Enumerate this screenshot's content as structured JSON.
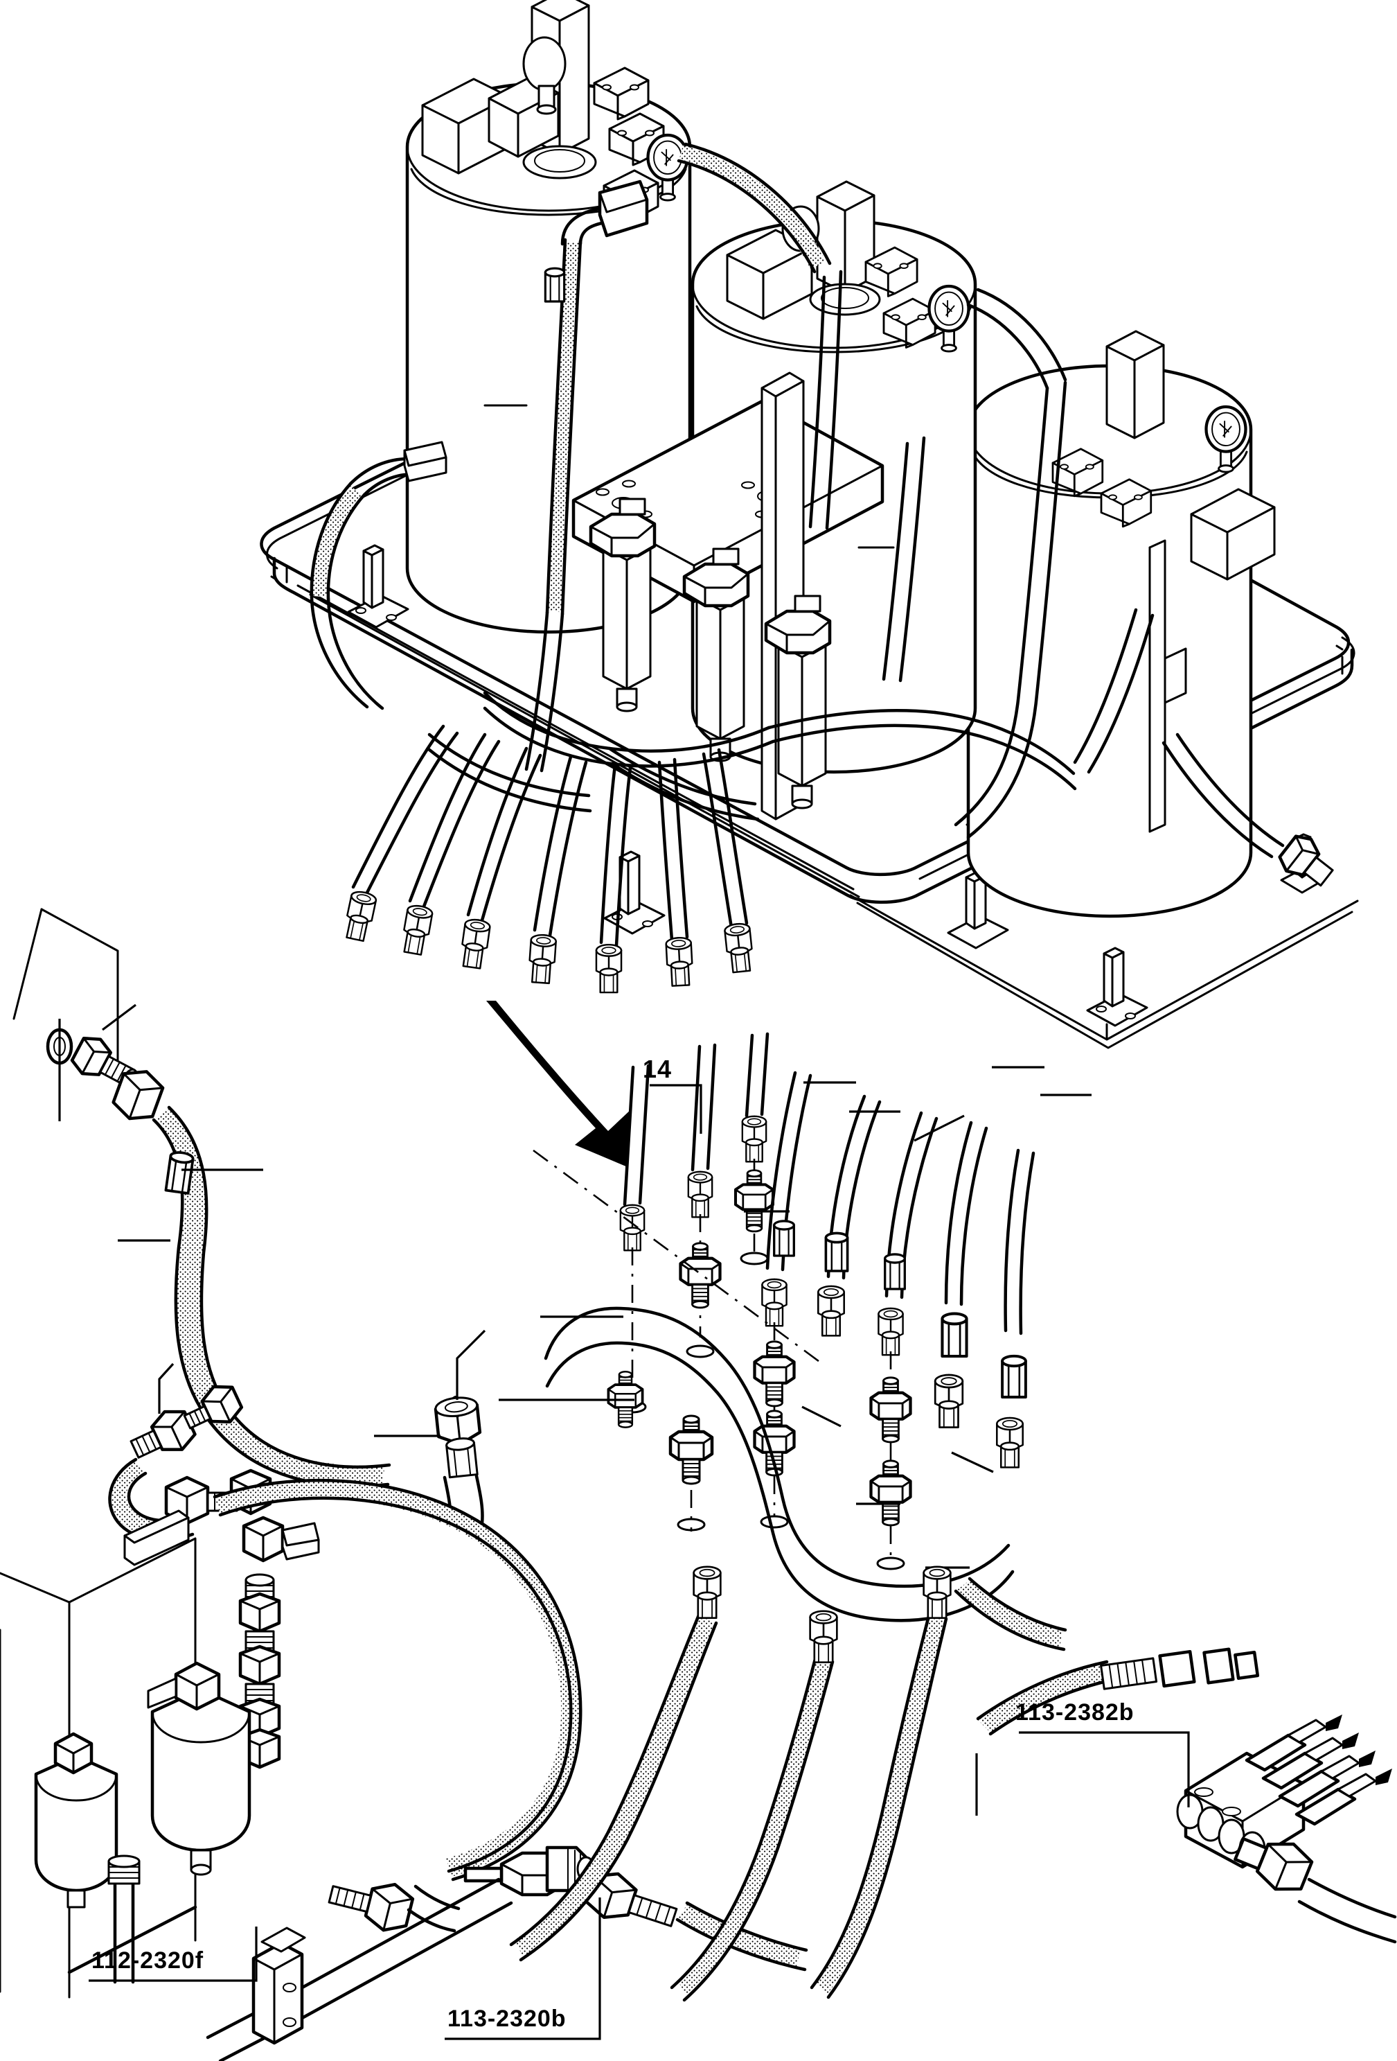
{
  "drawing": {
    "kind": "technical-line-drawing",
    "subject": "Hydraulic accumulator tank skid assembly with hose and fitting exploded detail",
    "style": "isometric black-and-white parts-catalog illustration",
    "background_color": "#ffffff",
    "line_color": "#000000"
  },
  "callouts": [
    {
      "id": "c14",
      "text": "14",
      "leader": "horizontal-right-then-down"
    },
    {
      "id": "c2382b",
      "text": "113-2382b",
      "leader": "underline-with-vertical-drop"
    },
    {
      "id": "c2320f",
      "text": "112-2320f",
      "leader": "underline-with-vertical-riser"
    },
    {
      "id": "c2320b",
      "text": "113-2320b",
      "leader": "underline-with-vertical-riser"
    }
  ],
  "assembly": {
    "title": "accumulator-skid",
    "tank_count": 3,
    "tanks": [
      {
        "name": "tank-left",
        "top_fittings": [
          "valve-block",
          "pressure-gauge",
          "sensor-box",
          "riser-post"
        ]
      },
      {
        "name": "tank-middle",
        "top_fittings": [
          "valve-block",
          "pressure-gauge",
          "sensor-box",
          "riser-post"
        ]
      },
      {
        "name": "tank-right",
        "top_fittings": [
          "valve-block",
          "pressure-gauge",
          "sensor-box",
          "riser-post"
        ]
      }
    ],
    "filter_bank": {
      "name": "inline-filter-bank",
      "filter_count": 3,
      "mount": "bracket-plate"
    },
    "base": {
      "name": "skid-base-plate",
      "corners": "rounded",
      "clamps": 6
    },
    "hose_bundle": {
      "name": "hose-bundle",
      "hose_count": 7,
      "end_fitting": "swivel-nut"
    }
  },
  "detail_view": {
    "title": "hose-and-fitting-detail",
    "arrow": {
      "name": "view-transition-arrow",
      "direction": "down-right",
      "style": "solid-curved"
    },
    "groups": [
      {
        "name": "upper-left-hose",
        "parts": [
          "washer",
          "adapter-plug",
          "swivel-nut",
          "hose",
          "ferrule",
          "end-nut"
        ]
      },
      {
        "name": "exploded-port-stack",
        "parts": [
          "straight-connector",
          "o-ring",
          "bulkhead-fitting",
          "port-seat"
        ]
      },
      {
        "name": "filter-head-group",
        "parts": [
          "tee-fitting",
          "elbow",
          "nipple",
          "filter-body",
          "drain-plug"
        ]
      },
      {
        "name": "right-manifold",
        "parts": [
          "manifold-block",
          "port-plugs",
          "hose-stems",
          "union-nut"
        ]
      },
      {
        "name": "bottom-elbow-group",
        "parts": [
          "elbow-fitting",
          "swivel-nut",
          "hose",
          "mount-bracket"
        ]
      }
    ]
  }
}
